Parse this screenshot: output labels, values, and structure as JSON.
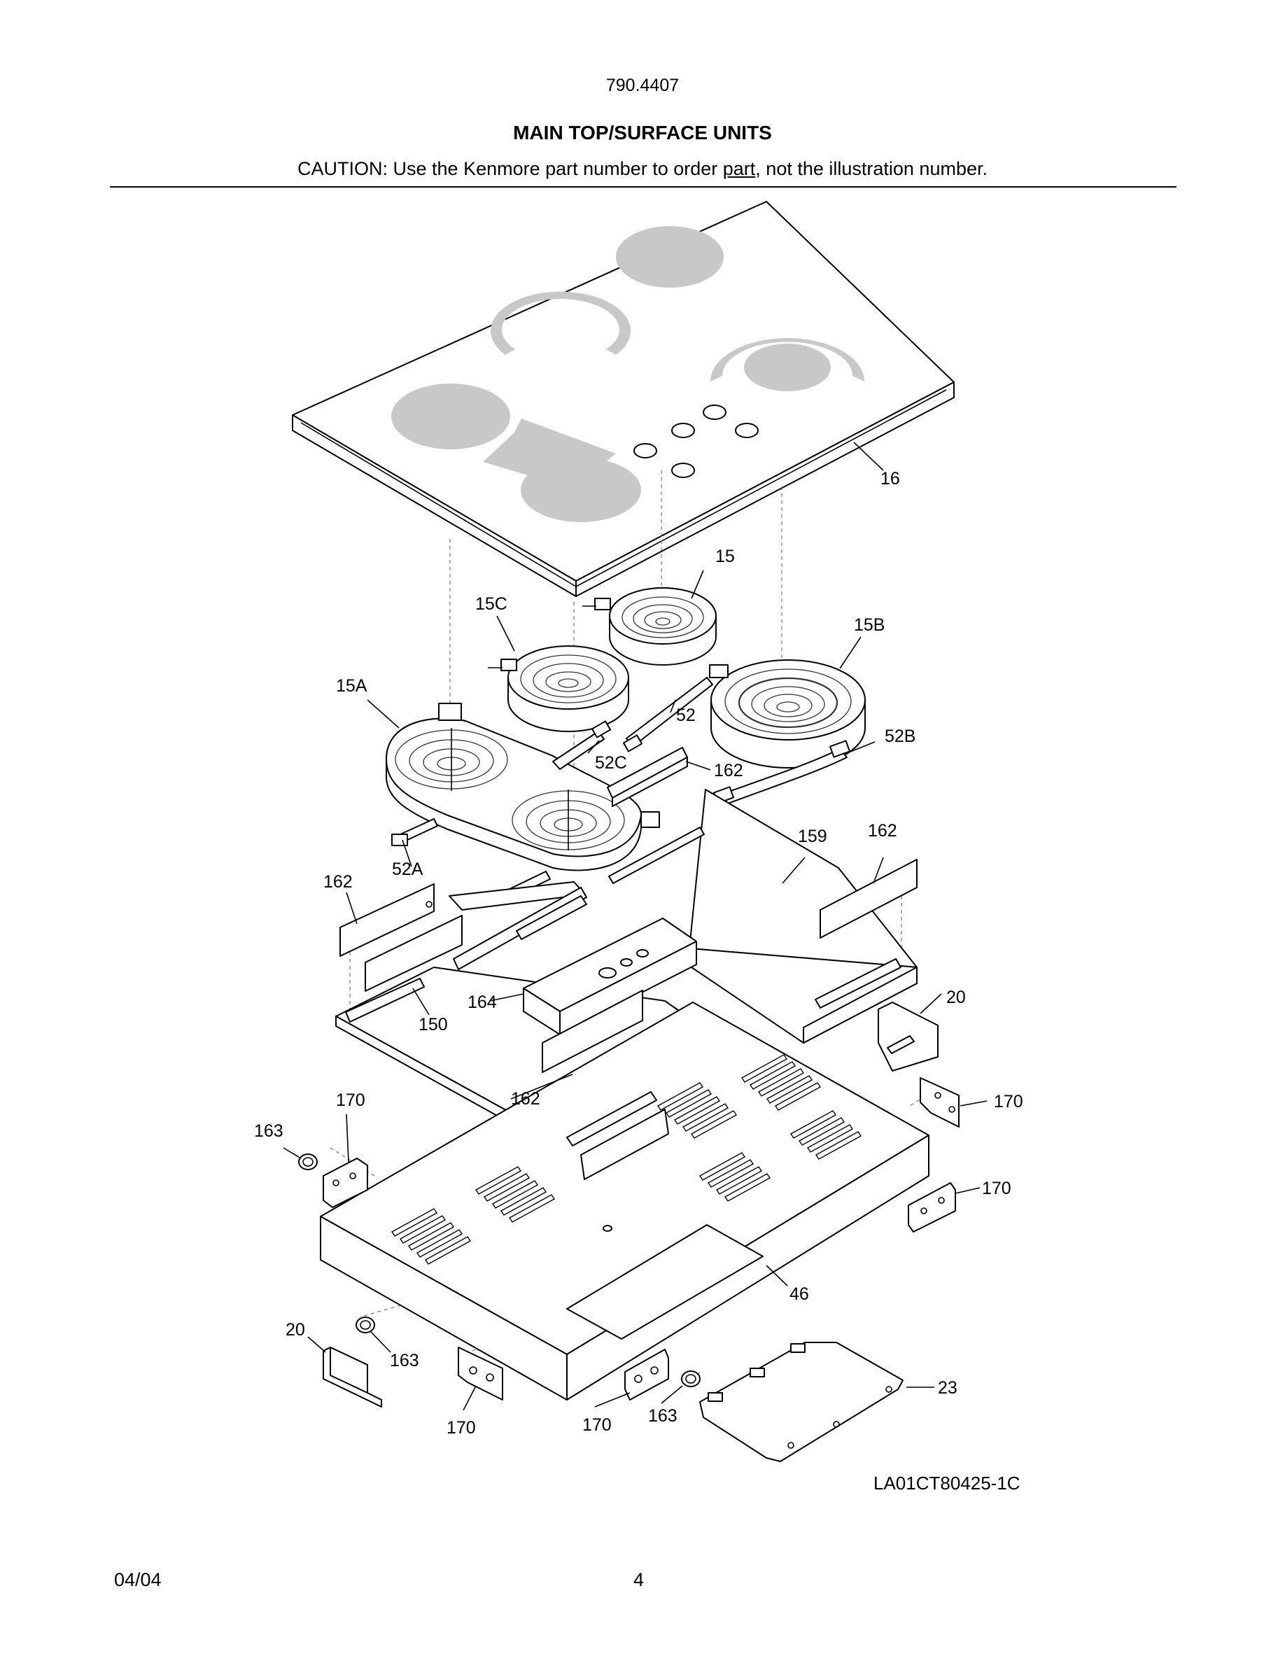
{
  "header": {
    "model": "790.4407",
    "title": "MAIN TOP/SURFACE UNITS",
    "caution_before": "CAUTION: Use the Kenmore part number to order ",
    "caution_link": "part",
    "caution_after": ", not the illustration number."
  },
  "callouts": {
    "c16": "16",
    "c15": "15",
    "c15c": "15C",
    "c15b": "15B",
    "c15a": "15A",
    "c52": "52",
    "c52b": "52B",
    "c52c": "52C",
    "c52a": "52A",
    "c162_a": "162",
    "c162_b": "162",
    "c162_c": "162",
    "c162_d": "162",
    "c159": "159",
    "c164": "164",
    "c150": "150",
    "c20_a": "20",
    "c20_b": "20",
    "c170_a": "170",
    "c170_b": "170",
    "c170_c": "170",
    "c170_d": "170",
    "c170_e": "170",
    "c163_a": "163",
    "c163_b": "163",
    "c163_c": "163",
    "c46": "46",
    "c23": "23"
  },
  "drawing_id": "LA01CT80425-1C",
  "footer": {
    "date": "04/04",
    "page": "4"
  }
}
